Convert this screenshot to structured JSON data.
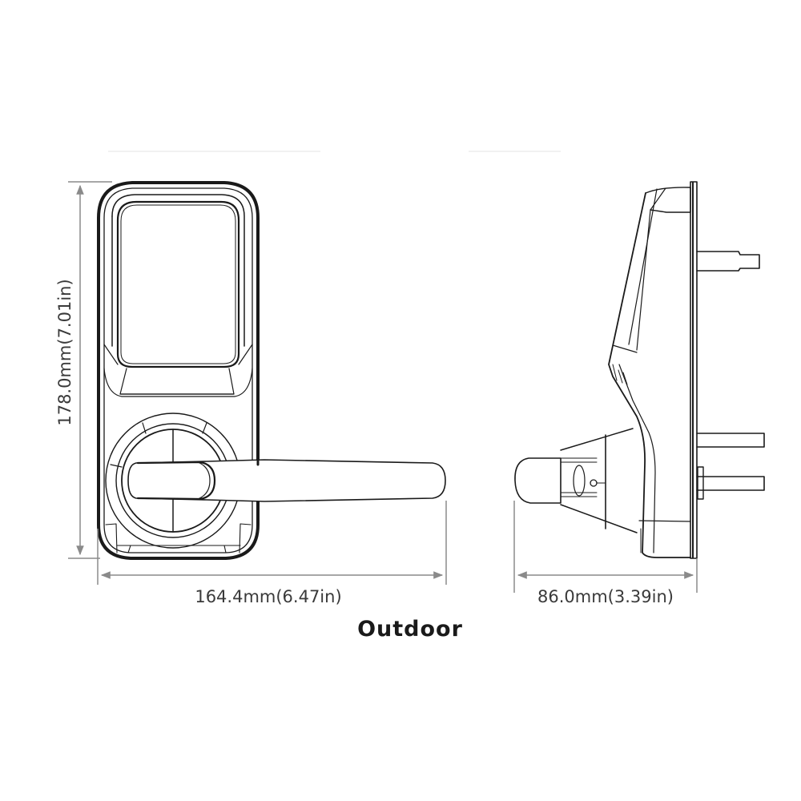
{
  "figure": {
    "caption": "Outdoor",
    "views": [
      {
        "name": "front-view",
        "dimensions": {
          "height": "178.0mm(7.01in)",
          "width": "164.4mm(6.47in)"
        }
      },
      {
        "name": "side-view",
        "dimensions": {
          "depth": "86.0mm(3.39in)"
        }
      }
    ]
  },
  "colors": {
    "line": "#1a1a1a",
    "dimension_line": "#7a7a7a",
    "dimension_text": "#3a3a3a",
    "background": "#ffffff"
  }
}
